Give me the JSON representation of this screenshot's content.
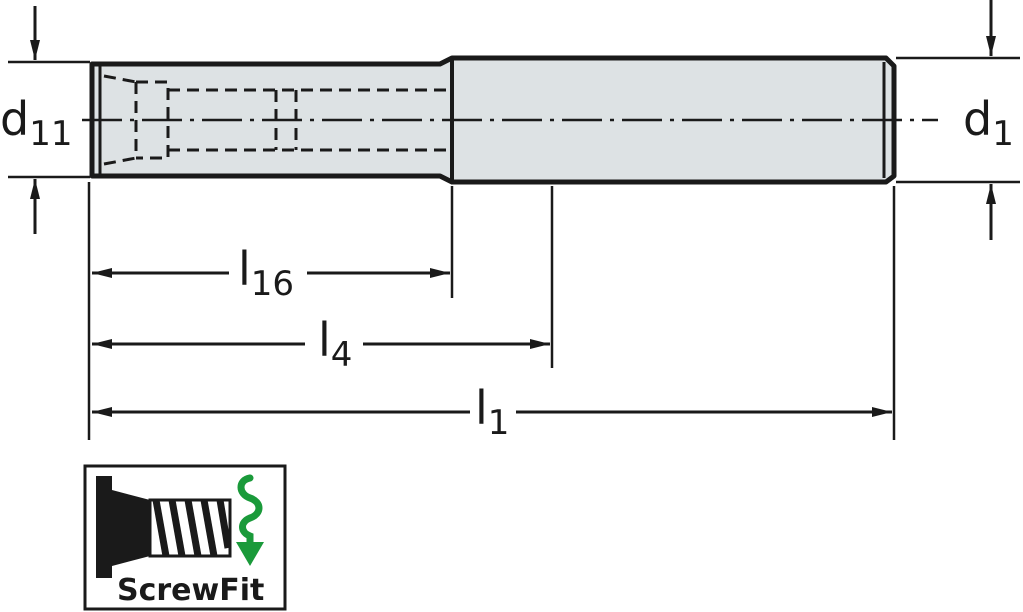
{
  "labels": {
    "d11": {
      "main": "d",
      "sub": "11"
    },
    "d1": {
      "main": "d",
      "sub": "1"
    },
    "l16": {
      "main": "l",
      "sub": "16"
    },
    "l4": {
      "main": "l",
      "sub": "4"
    },
    "l1": {
      "main": "l",
      "sub": "1"
    }
  },
  "logo": {
    "text": "ScrewFit",
    "arrow_color": "#1a9a3a"
  },
  "colors": {
    "line": "#1a1a1a",
    "shank_fill": "#dde2e4"
  }
}
